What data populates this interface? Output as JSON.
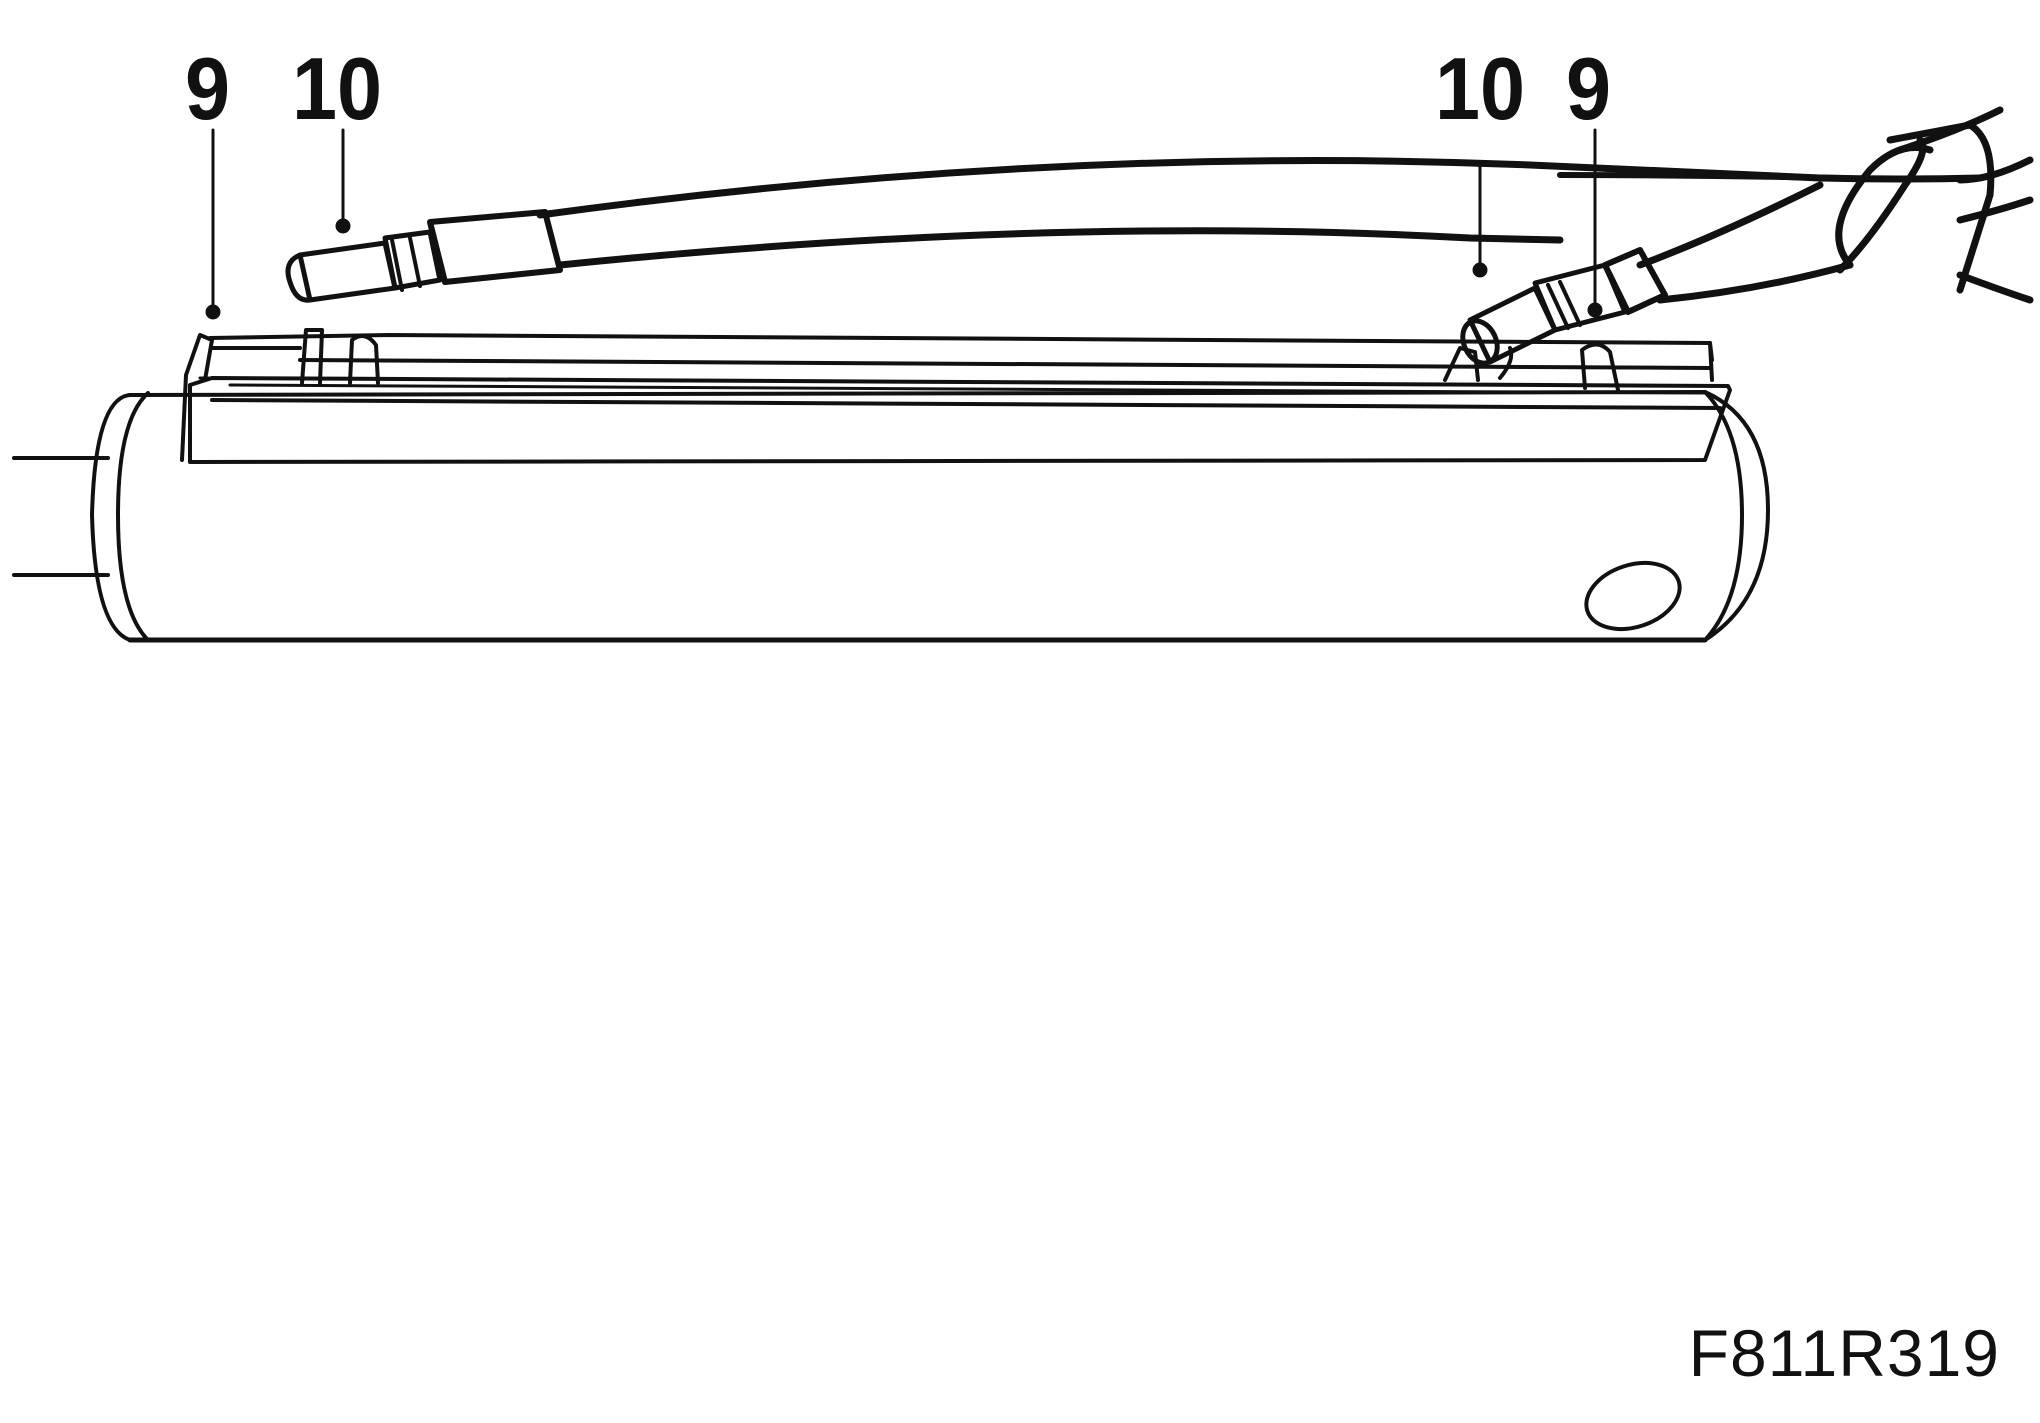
{
  "callouts": {
    "left_9": "9",
    "left_10": "10",
    "right_10": "10",
    "right_9": "9"
  },
  "figure_code": "F811R319",
  "colors": {
    "line": "#111111",
    "background": "#ffffff"
  }
}
